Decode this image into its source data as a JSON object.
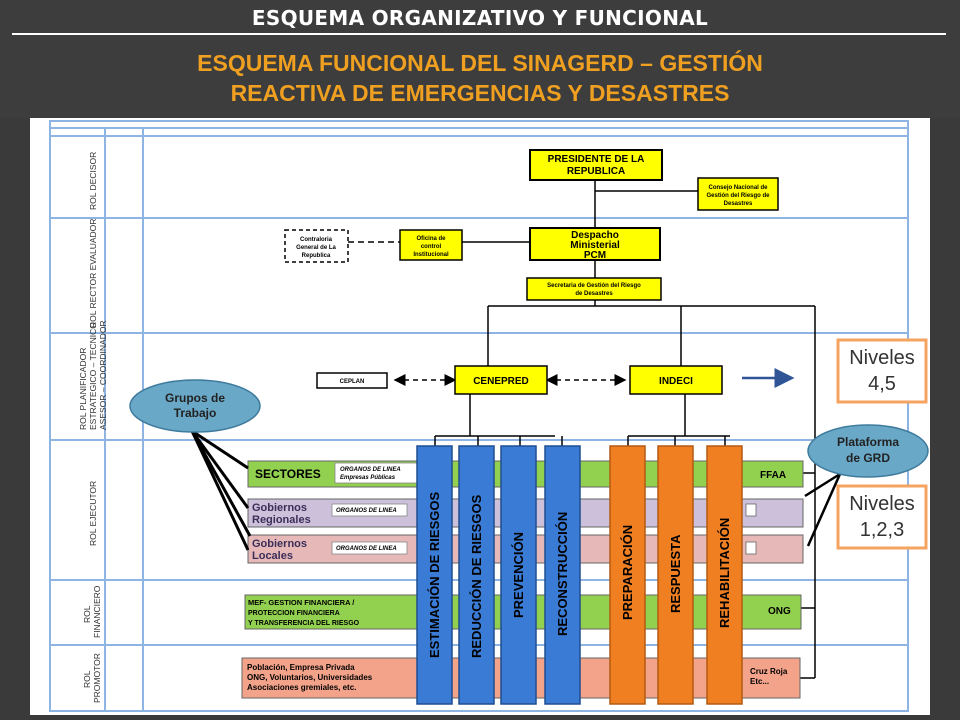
{
  "header": {
    "title": "ESQUEMA ORGANIZATIVO Y FUNCIONAL",
    "subtitle_line1": "ESQUEMA FUNCIONAL DEL SINAGERD – GESTIÓN",
    "subtitle_line2": "REACTIVA DE EMERGENCIAS Y DESASTRES"
  },
  "roles": {
    "decisor": "ROL DECISOR",
    "rector": "ROL RECTOR EVALUADOR",
    "planificador_1": "ROL PLANIFICADOR",
    "planificador_2": "ESTRATEGICO – TECNICO",
    "planificador_3": "ASESOR – COORDINADOR",
    "ejecutor": "ROL EJECUTOR",
    "financiero_1": "ROL",
    "financiero_2": "FINANCIERO",
    "promotor_1": "ROL",
    "promotor_2": "PROMOTOR"
  },
  "boxes": {
    "presidente_1": "PRESIDENTE DE LA",
    "presidente_2": "REPUBLICA",
    "consejo_1": "Consejo Nacional de",
    "consejo_2": "Gestión del Riesgo de",
    "consejo_3": "Desastres",
    "contraloria_1": "Contraloria",
    "contraloria_2": "General de La",
    "contraloria_3": "Republica",
    "oficina_1": "Oficina de",
    "oficina_2": "control",
    "oficina_3": "Institucional",
    "despacho_1": "Despacho",
    "despacho_2": "Ministerial",
    "despacho_3": "PCM",
    "secretaria_1": "Secretaria de Gestión del Riesgo",
    "secretaria_2": "de Desastres",
    "ceplan": "CEPLAN",
    "cenepred": "CENEPRED",
    "indeci": "INDECI"
  },
  "niveles": {
    "top_1": "Niveles",
    "top_2": "4,5",
    "bottom_1": "Niveles",
    "bottom_2": "1,2,3"
  },
  "bubbles": {
    "grupos_1": "Grupos de",
    "grupos_2": "Trabajo",
    "plataforma_1": "Plataforma",
    "plataforma_2": "de GRD"
  },
  "rows": {
    "sectores": "SECTORES",
    "sectores_sub_1": "ORGANOS DE LINEA",
    "sectores_sub_2": "Empresas Públicas",
    "ffaa": "FFAA",
    "gob_reg_1": "Gobiernos",
    "gob_reg_2": "Regionales",
    "gob_reg_sub": "ORGANOS DE LINEA",
    "gob_loc_1": "Gobiernos",
    "gob_loc_2": "Locales",
    "gob_loc_sub": "ORGANOS DE LINEA",
    "mef_1": "MEF- GESTION FINANCIERA /",
    "mef_2": "PROTECCION FINANCIERA",
    "mef_3": "Y TRANSFERENCIA DEL RIESGO",
    "ong": "ONG",
    "prom_1": "Población, Empresa Privada",
    "prom_2": "ONG, Voluntarios, Universidades",
    "prom_3": "Asociaciones gremiales, etc.",
    "cruz_1": "Cruz  Roja",
    "cruz_2": "Etc..."
  },
  "processes": {
    "p1": "ESTIMACIÓN  DE RIESGOS",
    "p2": "REDUCCIÓN DE RIESGOS",
    "p3": "PREVENCIÓN",
    "p4": "RECONSTRUCCIÓN",
    "p5": "PREPARACIÓN",
    "p6": "RESPUESTA",
    "p7": "REHABILITACIÓN"
  },
  "colors": {
    "header_bg": "#3d3d3d",
    "subtitle": "#f0a020",
    "box_yellow": "#ffff00",
    "process_blue": "#3a7bd5",
    "process_orange": "#f07f22",
    "row_green": "#92d050",
    "row_lavender": "#ccc0da",
    "row_pink": "#e6b9b8",
    "row_salmon": "#f2a38a",
    "bubble": "#6aa8c8",
    "nivel_border": "#f4a460"
  }
}
